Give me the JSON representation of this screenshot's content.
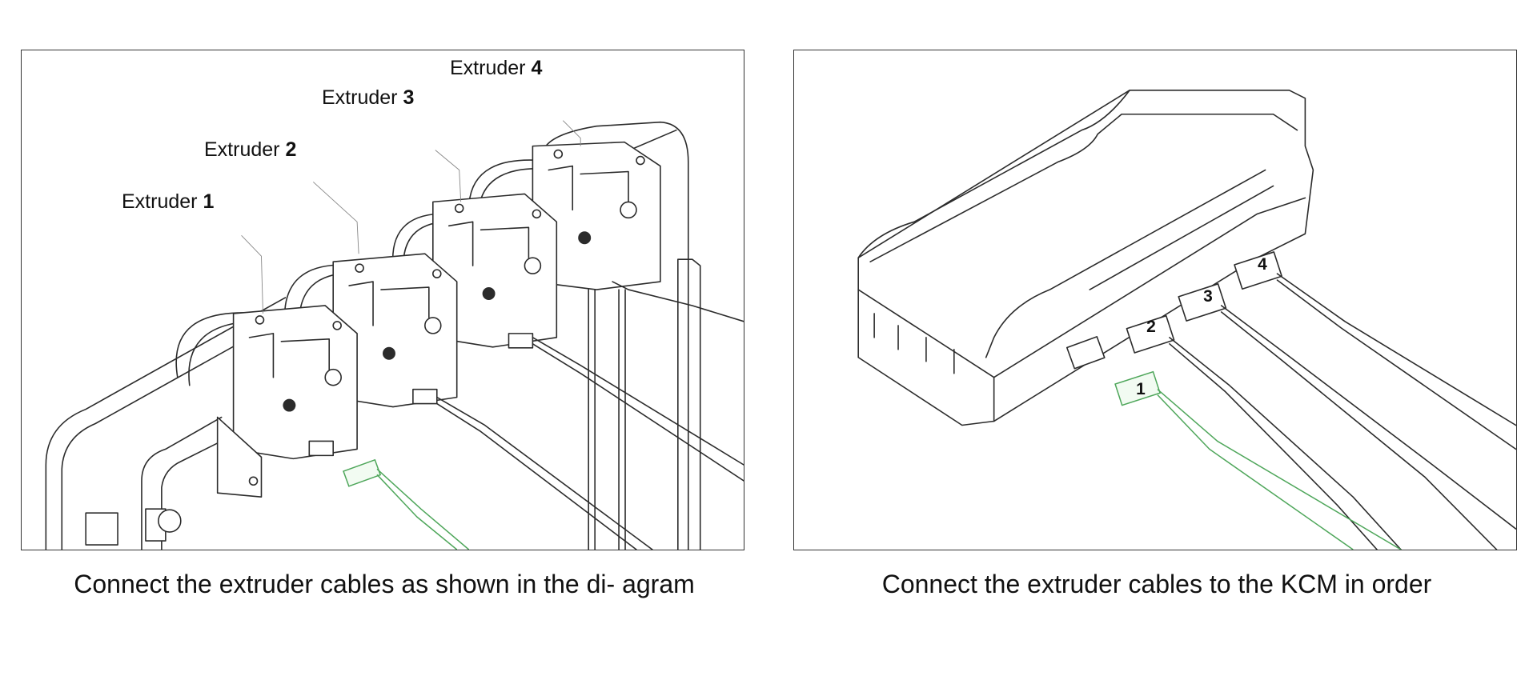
{
  "left_panel": {
    "callouts": [
      {
        "label": "Extruder",
        "number": "1"
      },
      {
        "label": "Extruder",
        "number": "2"
      },
      {
        "label": "Extruder",
        "number": "3"
      },
      {
        "label": "Extruder",
        "number": "4"
      }
    ],
    "caption": "Connect the extruder cables as shown in the di- agram"
  },
  "right_panel": {
    "ports": [
      "1",
      "2",
      "3",
      "4"
    ],
    "caption": "Connect the extruder cables to the KCM in order"
  },
  "colors": {
    "line": "#2b2b2b",
    "highlight_cable": "#4ea65a",
    "border": "#333333"
  }
}
